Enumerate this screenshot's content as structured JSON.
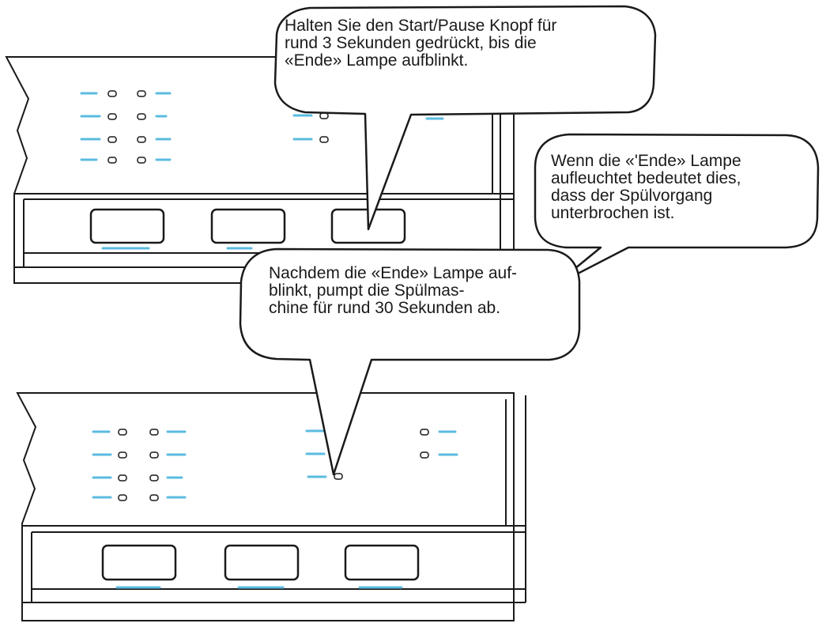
{
  "callouts": {
    "hold_start_pause": "Halten Sie den Start/Pause Knopf für\nrund 3 Sekunden gedrückt, bis die\n«Ende» Lampe aufblinkt.",
    "end_lamp_meaning": "Wenn die «'Ende» Lampe\naufleuchtet bedeutet dies,\ndass der Spülvorgang\nunterbrochen ist.",
    "pump_out": "Nachdem die «Ende» Lampe auf-\nblinkt, pumpt die Spülmas-\nchine für rund 30 Sekunden ab."
  },
  "colors": {
    "line": "#1a1a1a",
    "indicator": "#5bbbe0",
    "background": "#ffffff"
  }
}
